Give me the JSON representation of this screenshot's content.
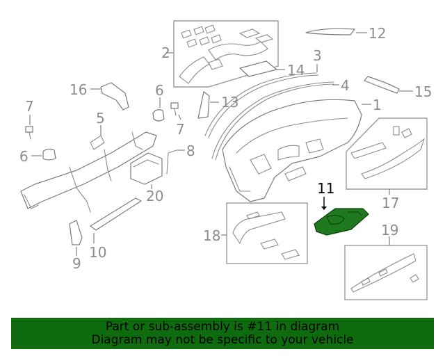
{
  "diagram": {
    "highlighted_callout": "11",
    "callouts": {
      "c1": "1",
      "c2": "2",
      "c3": "3",
      "c4": "4",
      "c5": "5",
      "c6a": "6",
      "c6b": "6",
      "c7a": "7",
      "c7b": "7",
      "c8": "8",
      "c9": "9",
      "c10": "10",
      "c11": "11",
      "c12": "12",
      "c13": "13",
      "c14": "14",
      "c15": "15",
      "c16": "16",
      "c17": "17",
      "c18": "18",
      "c19": "19",
      "c20": "20"
    },
    "colors": {
      "line_art": "#7a7a7a",
      "callout_text": "#8c8c8c",
      "highlight_part": "#1f7a1f",
      "banner_bg": "#0e6b0e"
    }
  },
  "banner": {
    "line1": "Part or sub-assembly is #11 in diagram",
    "line2": "Diagram may not be specific to your vehicle"
  }
}
